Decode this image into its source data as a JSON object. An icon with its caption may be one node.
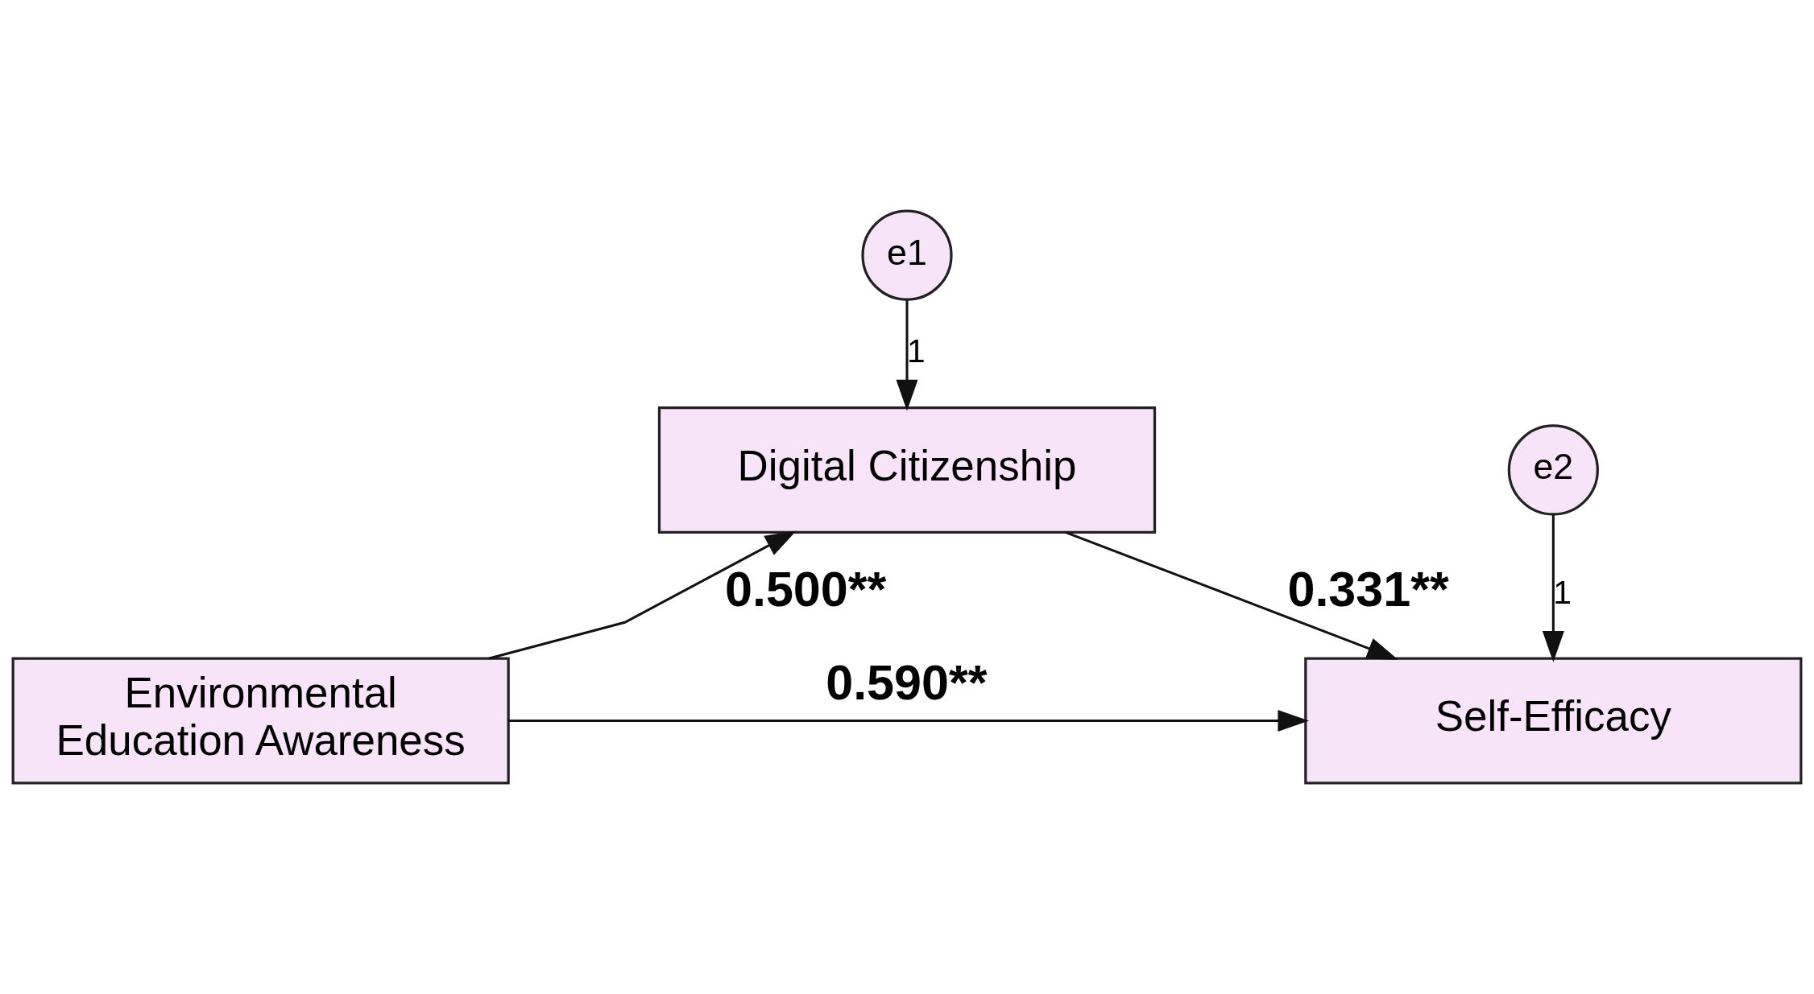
{
  "diagram": {
    "nodes": [
      {
        "text": [
          "e1"
        ]
      },
      {
        "text": [
          "Digital Citizenship"
        ]
      },
      {
        "text": [
          "e2"
        ]
      },
      {
        "text": [
          "Environmental Education Awareness"
        ]
      },
      {
        "text": [
          "Self-Efficacy"
        ]
      }
    ],
    "edges": [
      {
        "from": 0,
        "to": 1,
        "arrow": "to",
        "label": "1"
      },
      {
        "from": 3,
        "to": 1,
        "arrow": "to",
        "label": "0.500**"
      },
      {
        "from": 1,
        "to": 4,
        "arrow": "to",
        "label": "0.331**"
      },
      {
        "from": 2,
        "to": 4,
        "arrow": "to",
        "label": "1"
      },
      {
        "from": 3,
        "to": 4,
        "arrow": "to",
        "label": "0.590**"
      }
    ]
  }
}
